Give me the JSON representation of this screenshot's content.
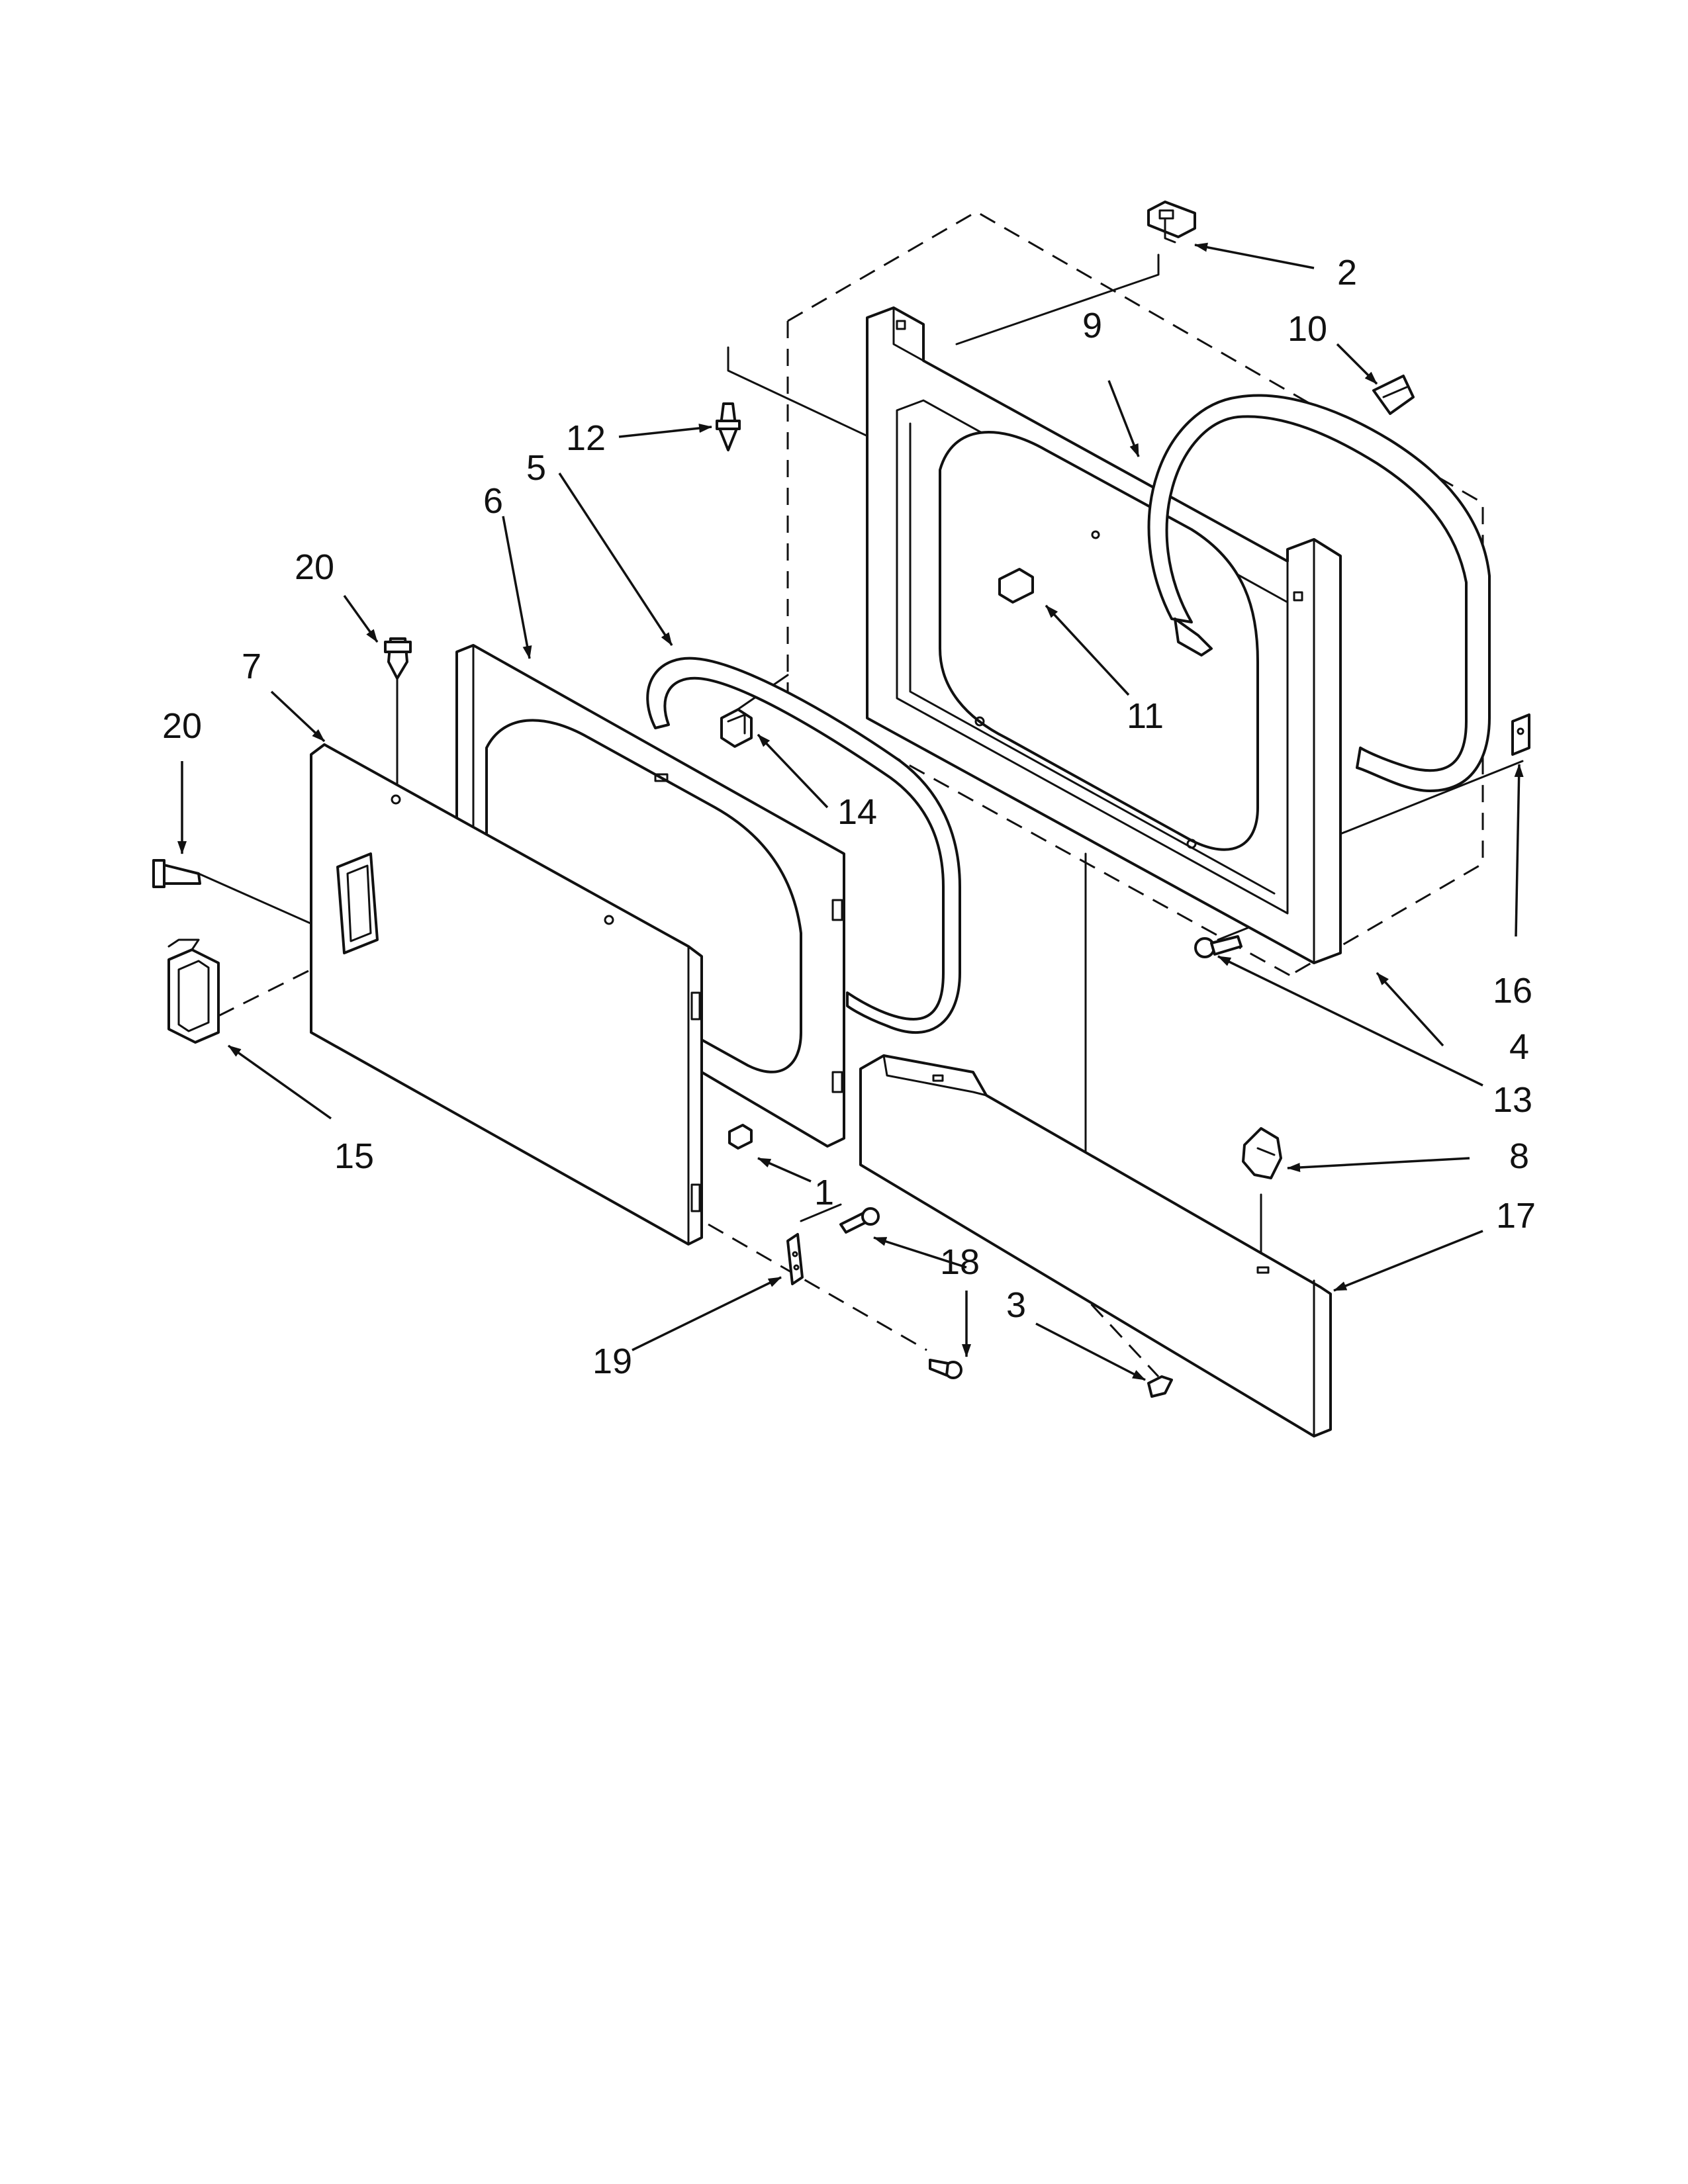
{
  "diagram": {
    "type": "exploded-parts-view",
    "colors": {
      "line": "#111111",
      "background": "#ffffff"
    },
    "callouts": [
      {
        "id": "label-1",
        "text": "1"
      },
      {
        "id": "label-2",
        "text": "2"
      },
      {
        "id": "label-3",
        "text": "3"
      },
      {
        "id": "label-4",
        "text": "4"
      },
      {
        "id": "label-5",
        "text": "5"
      },
      {
        "id": "label-6",
        "text": "6"
      },
      {
        "id": "label-7",
        "text": "7"
      },
      {
        "id": "label-8",
        "text": "8"
      },
      {
        "id": "label-9",
        "text": "9"
      },
      {
        "id": "label-10",
        "text": "10"
      },
      {
        "id": "label-11",
        "text": "11"
      },
      {
        "id": "label-12",
        "text": "12"
      },
      {
        "id": "label-13",
        "text": "13"
      },
      {
        "id": "label-14",
        "text": "14"
      },
      {
        "id": "label-15",
        "text": "15"
      },
      {
        "id": "label-16",
        "text": "16"
      },
      {
        "id": "label-17",
        "text": "17"
      },
      {
        "id": "label-18",
        "text": "18"
      },
      {
        "id": "label-19",
        "text": "19"
      },
      {
        "id": "label-20a",
        "text": "20"
      },
      {
        "id": "label-20b",
        "text": "20"
      }
    ]
  }
}
